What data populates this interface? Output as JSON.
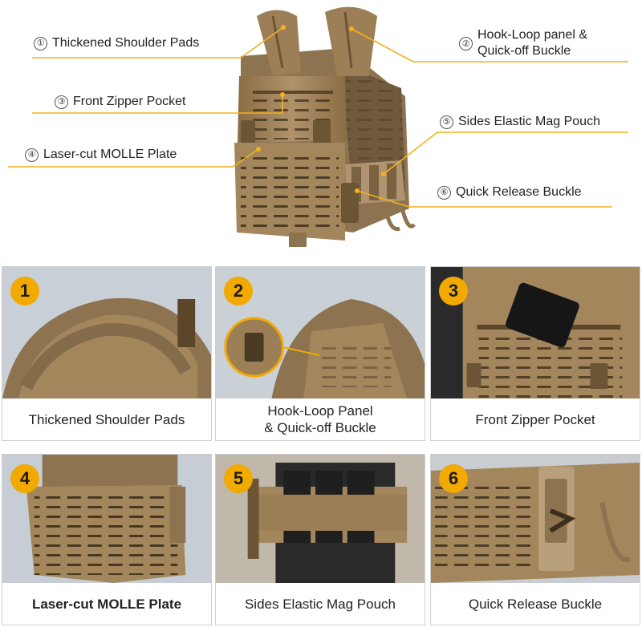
{
  "accent_color": "#f2a900",
  "line_color": "#f2b21c",
  "fabric_color": "#a3865c",
  "callouts": [
    {
      "num": "①",
      "label": "Thickened Shoulder Pads"
    },
    {
      "num": "②",
      "label_line1": "Hook-Loop panel &",
      "label_line2": "Quick-off Buckle"
    },
    {
      "num": "③",
      "label": "Front Zipper Pocket"
    },
    {
      "num": "⑤",
      "label": "Sides Elastic Mag Pouch"
    },
    {
      "num": "④",
      "label": "Laser-cut MOLLE Plate"
    },
    {
      "num": "⑥",
      "label": "Quick Release Buckle"
    }
  ],
  "panels": [
    {
      "badge": "1",
      "caption": "Thickened Shoulder Pads"
    },
    {
      "badge": "2",
      "caption_line1": "Hook-Loop Panel",
      "caption_line2": "& Quick-off Buckle"
    },
    {
      "badge": "3",
      "caption": "Front Zipper Pocket"
    },
    {
      "badge": "4",
      "caption": "Laser-cut MOLLE Plate"
    },
    {
      "badge": "5",
      "caption": "Sides Elastic Mag Pouch"
    },
    {
      "badge": "6",
      "caption": "Quick Release Buckle"
    }
  ]
}
